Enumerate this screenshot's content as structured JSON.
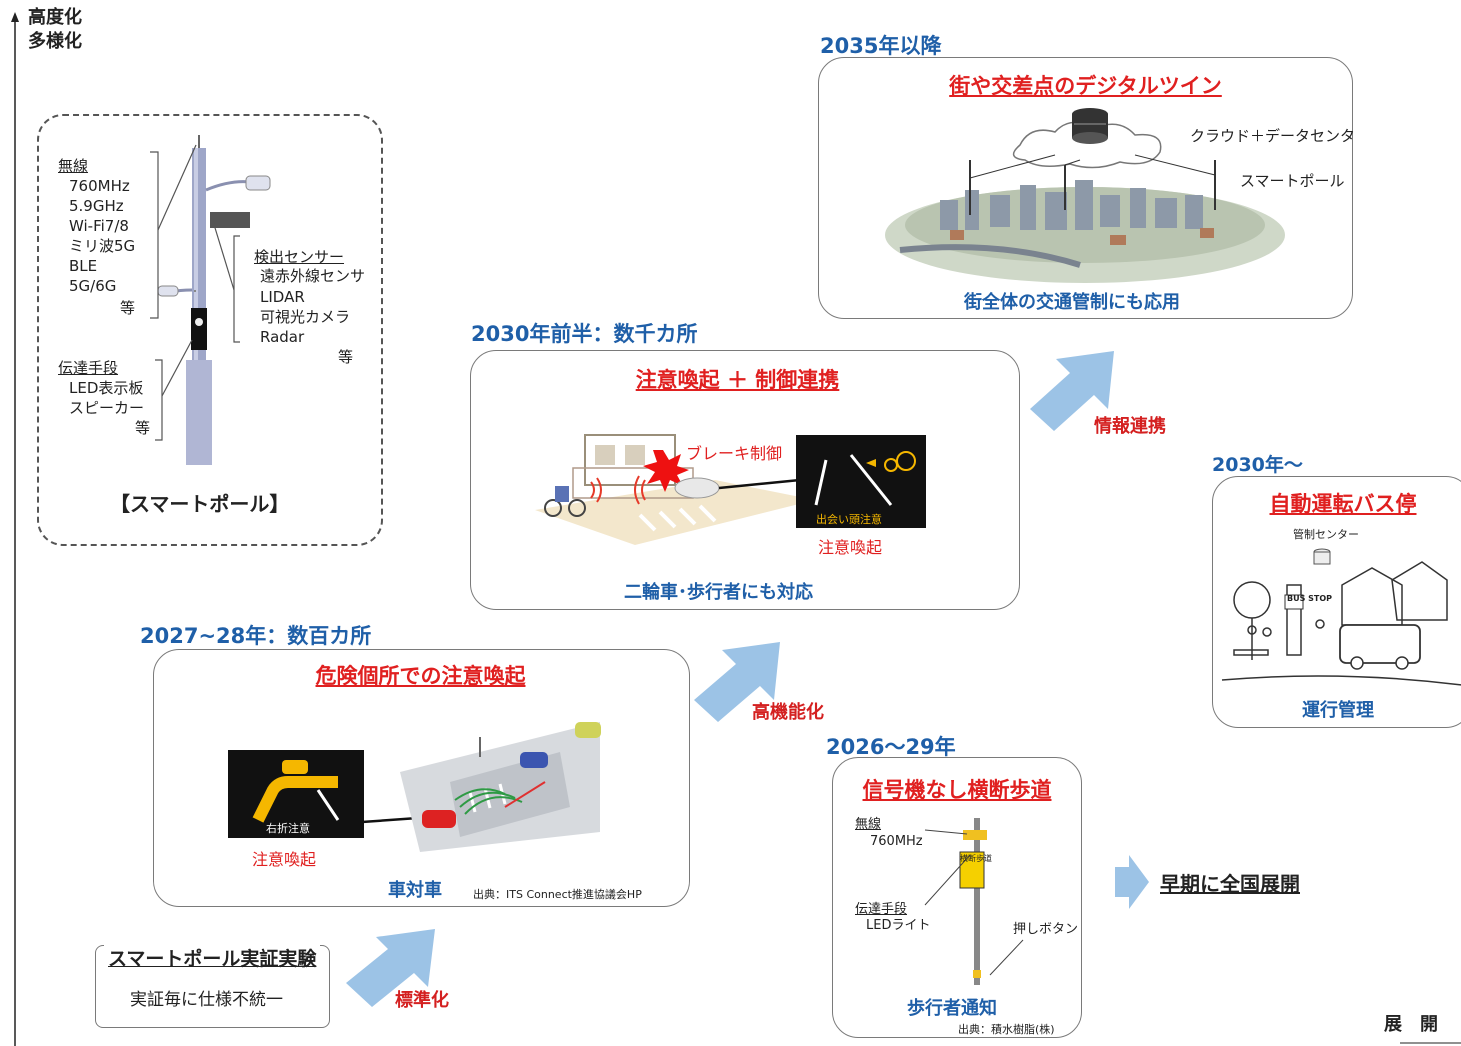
{
  "axis": {
    "y_line1": "高度化",
    "y_line2": "多様化",
    "x_label": "展　開"
  },
  "smart_pole": {
    "title": "【スマートポール】",
    "wireless_heading": "無線",
    "wireless_items": [
      "760MHz",
      "5.9GHz",
      "Wi-Fi7/8",
      "ミリ波5G",
      "BLE",
      "5G/6G"
    ],
    "etc": "等",
    "sensor_heading": "検出センサー",
    "sensor_items": [
      "遠赤外線センサ",
      "LIDAR",
      "可視光カメラ",
      "Radar"
    ],
    "comm_heading": "伝達手段",
    "comm_items": [
      "LED表示板",
      "スピーカー"
    ]
  },
  "stage_2035": {
    "period": "2035年以降",
    "title": "街や交差点のデジタルツイン",
    "cloud_label": "クラウド＋データセンタ",
    "pole_label": "スマートポール",
    "caption": "街全体の交通管制にも応用"
  },
  "stage_2030a": {
    "period": "2030年前半：数千カ所",
    "title": "注意喚起 ＋ 制御連携",
    "brake_label": "ブレーキ制御",
    "sign_text": "出会い頭注意",
    "alert_label": "注意喚起",
    "caption": "二輪車･歩行者にも対応"
  },
  "stage_2027": {
    "period": "2027~28年：数百カ所",
    "title": "危険個所での注意喚起",
    "sign_text": "右折注意",
    "alert_label": "注意喚起",
    "caption": "車対車",
    "source": "出典：ITS Connect推進協議会HP"
  },
  "stage_2030b": {
    "period": "2030年～",
    "title": "自動運転バス停",
    "center_label": "管制センター",
    "bus_stop_text": "BUS STOP",
    "caption": "運行管理"
  },
  "stage_2026": {
    "period": "2026～29年",
    "title": "信号機なし横断歩道",
    "wireless_heading": "無線",
    "wireless_item": "760MHz",
    "comm_heading": "伝達手段",
    "comm_item": "LEDライト",
    "button_label": "押しボタン",
    "caption": "歩行者通知",
    "source": "出典：積水樹脂(株)",
    "sign_text": "横断歩道"
  },
  "trial": {
    "title": "スマートポール実証実験",
    "body": "実証毎に仕様不統一"
  },
  "arrows": {
    "standardize": "標準化",
    "enhance": "高機能化",
    "info_link": "情報連携",
    "nationwide": "早期に全国展開"
  },
  "colors": {
    "accent_blue": "#1f5fa8",
    "alert_red": "#e02020",
    "arrow_blue": "#9cc3e6"
  }
}
